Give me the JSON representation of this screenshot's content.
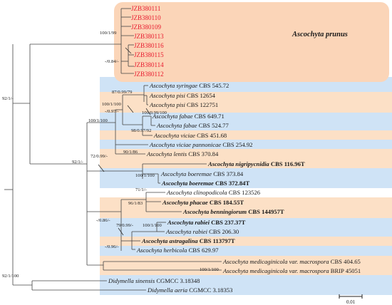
{
  "colors": {
    "prunus_bg": "#fbd5b8",
    "blue_band": "#cfe3f6",
    "peach_band": "#fce0c6",
    "strain_red": "#e8182c",
    "line": "#444444"
  },
  "clade_label": "Ascochyta prunus",
  "prunus_strains": [
    "JZB380111",
    "JZB380110",
    "JZB380109",
    "JZB380113",
    "JZB380116",
    "JZB380115",
    "JZB380114",
    "JZB380112"
  ],
  "taxa": [
    {
      "species": "Ascochyta syringae",
      "strain": "CBS 545.72",
      "bold": false
    },
    {
      "species": "Ascochyta pisi",
      "strain": "CBS 12654",
      "bold": false
    },
    {
      "species": "Ascochyta pisi",
      "strain": "CBS 122751",
      "bold": false
    },
    {
      "species": "Ascochyta fabae",
      "strain": "CBS 649.71",
      "bold": false
    },
    {
      "species": "Ascochyta fabae",
      "strain": "CBS 524.77",
      "bold": false
    },
    {
      "species": "Ascochyta viciae",
      "strain": "CBS 451.68",
      "bold": false
    },
    {
      "species": "Ascochyta viciae pannonicae",
      "strain": "CBS 254.92",
      "bold": false
    },
    {
      "species": "Ascochyta lentis",
      "strain": "CBS 370.84",
      "bold": false
    },
    {
      "species": "Ascochyta nigripycnidia",
      "strain": "CBS 116.96T",
      "bold": true
    },
    {
      "species": "Ascochyta boeremae",
      "strain": "CBS 373.84",
      "bold": false
    },
    {
      "species": "Ascochyta boeremae",
      "strain": "CBS 372.84T",
      "bold": true
    },
    {
      "species": "Ascochyta clinopodicola",
      "strain": "CBS 123526",
      "bold": false
    },
    {
      "species": "Ascochyta phacae",
      "strain": "CBS 184.55T",
      "bold": true
    },
    {
      "species": "Ascochyta benningiorum",
      "strain": "CBS 144957T",
      "bold": true
    },
    {
      "species": "Ascochyta rabiei",
      "strain": "CBS 237.37T",
      "bold": true
    },
    {
      "species": "Ascochyta rabiei",
      "strain": "CBS 206.30",
      "bold": false
    },
    {
      "species": "Ascochyta astragalina",
      "strain": "CBS 113797T",
      "bold": true
    },
    {
      "species": "Ascochyta herbicola",
      "strain": "CBS 629.97",
      "bold": false
    },
    {
      "species": "Ascochyta medicaginicola var. macrospora",
      "strain": "CBS 404.65",
      "bold": false
    },
    {
      "species": "Ascochyta medicaginicola var. macrospora",
      "strain": "BRIP 45051",
      "bold": false
    },
    {
      "species": "Didymella sinensis",
      "strain": "CGMCC 3.18348",
      "bold": false
    },
    {
      "species": "Didymella aeria",
      "strain": "CGMCC 3.18353",
      "bold": false
    }
  ],
  "support_values": [
    "100/1/99",
    "-/0.84/-",
    "92/1/-",
    "87/0.99/79",
    "100/1/100",
    "-/0.97/-",
    "100/0.99/100",
    "100/1/100",
    "98/0.97/92",
    "90/1/86",
    "72/0.99/-",
    "92/1/-",
    "100/1/100",
    "71/1/-",
    "96/1/83",
    "-/0.86/-",
    "100/1/100",
    "79/0.99/-",
    "-/0.96/-",
    "100/1/100",
    "92/1/100"
  ],
  "scale_bar": "0.01"
}
